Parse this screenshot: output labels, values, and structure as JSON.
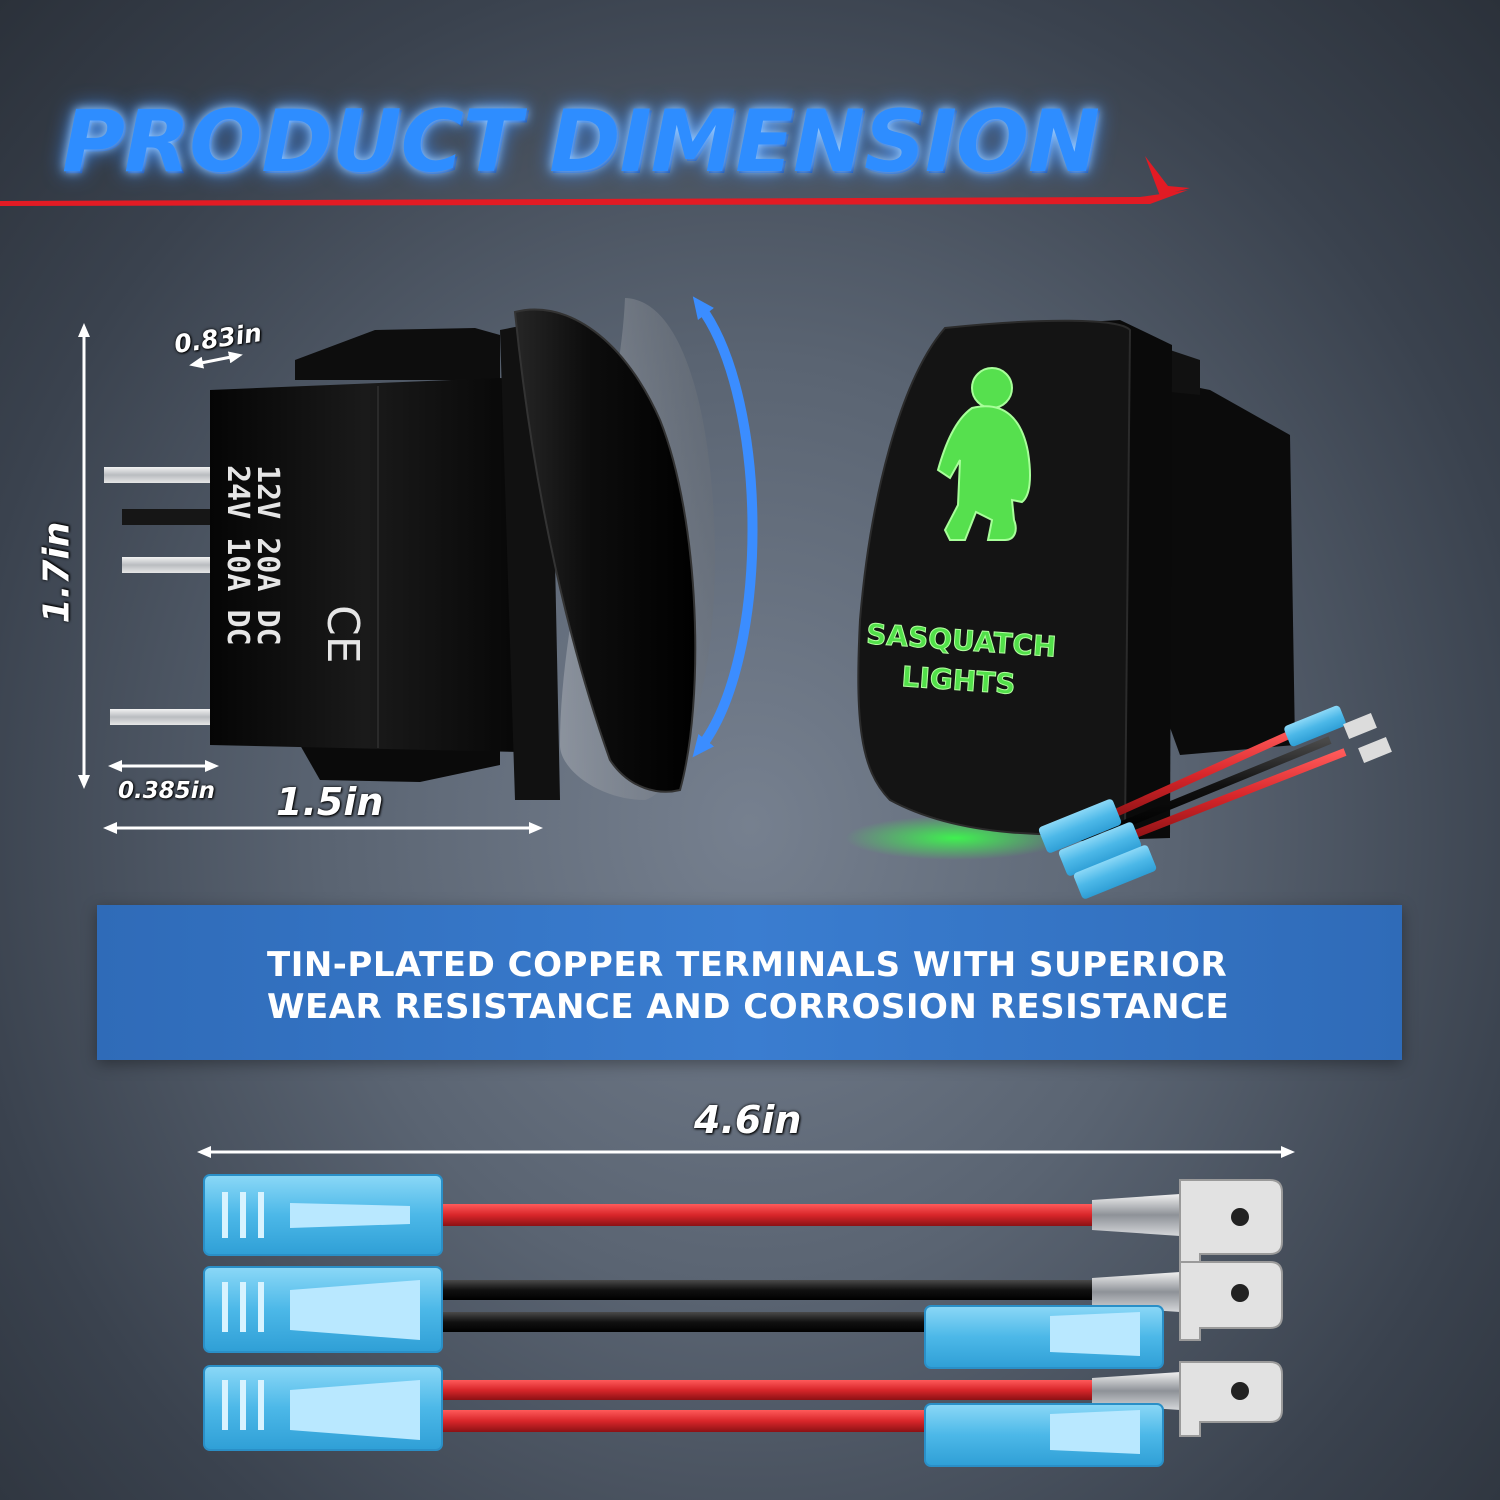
{
  "title": "PRODUCT DIMENSION",
  "dimensions": {
    "width_top": "0.83in",
    "height": "1.7in",
    "base_offset": "0.385in",
    "depth": "1.5in",
    "harness_length": "4.6in"
  },
  "switch_side_label": {
    "line1": "12V  20A  DC",
    "line2": "24V  10A  DC",
    "mark": "CE"
  },
  "switch_face_label": {
    "line1": "SASQUATCH",
    "line2": "LIGHTS"
  },
  "banner": {
    "line1": "TIN-PLATED COPPER TERMINALS WITH SUPERIOR",
    "line2": "WEAR RESISTANCE AND CORROSION RESISTANCE"
  },
  "colors": {
    "title_blue": "#2e8dff",
    "switch_green": "#46e04a",
    "wire_red": "#d8262a",
    "terminal_blue": "#5cc3ef",
    "banner_blue": "#3a7dd0"
  }
}
